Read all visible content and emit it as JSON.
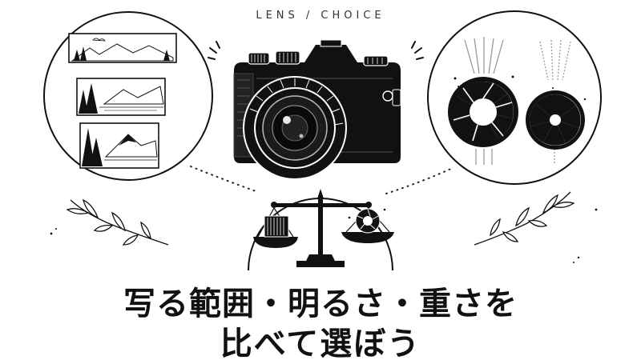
{
  "header": {
    "tagline": "LENS / CHOICE"
  },
  "headline": {
    "line1": "写る範囲・明るさ・重さを",
    "line2": "比べて選ぼう"
  },
  "illustrations": {
    "left_panel": "landscape-frames-icon",
    "center": "mirrorless-camera-icon",
    "right_panel": "aperture-comparison-icon",
    "bottom_panel": "balance-scale-icon",
    "decor": "leaf-branch-icon"
  },
  "colors": {
    "ink": "#111111",
    "background": "#ffffff",
    "accent_gray": "#9a9a9a"
  }
}
